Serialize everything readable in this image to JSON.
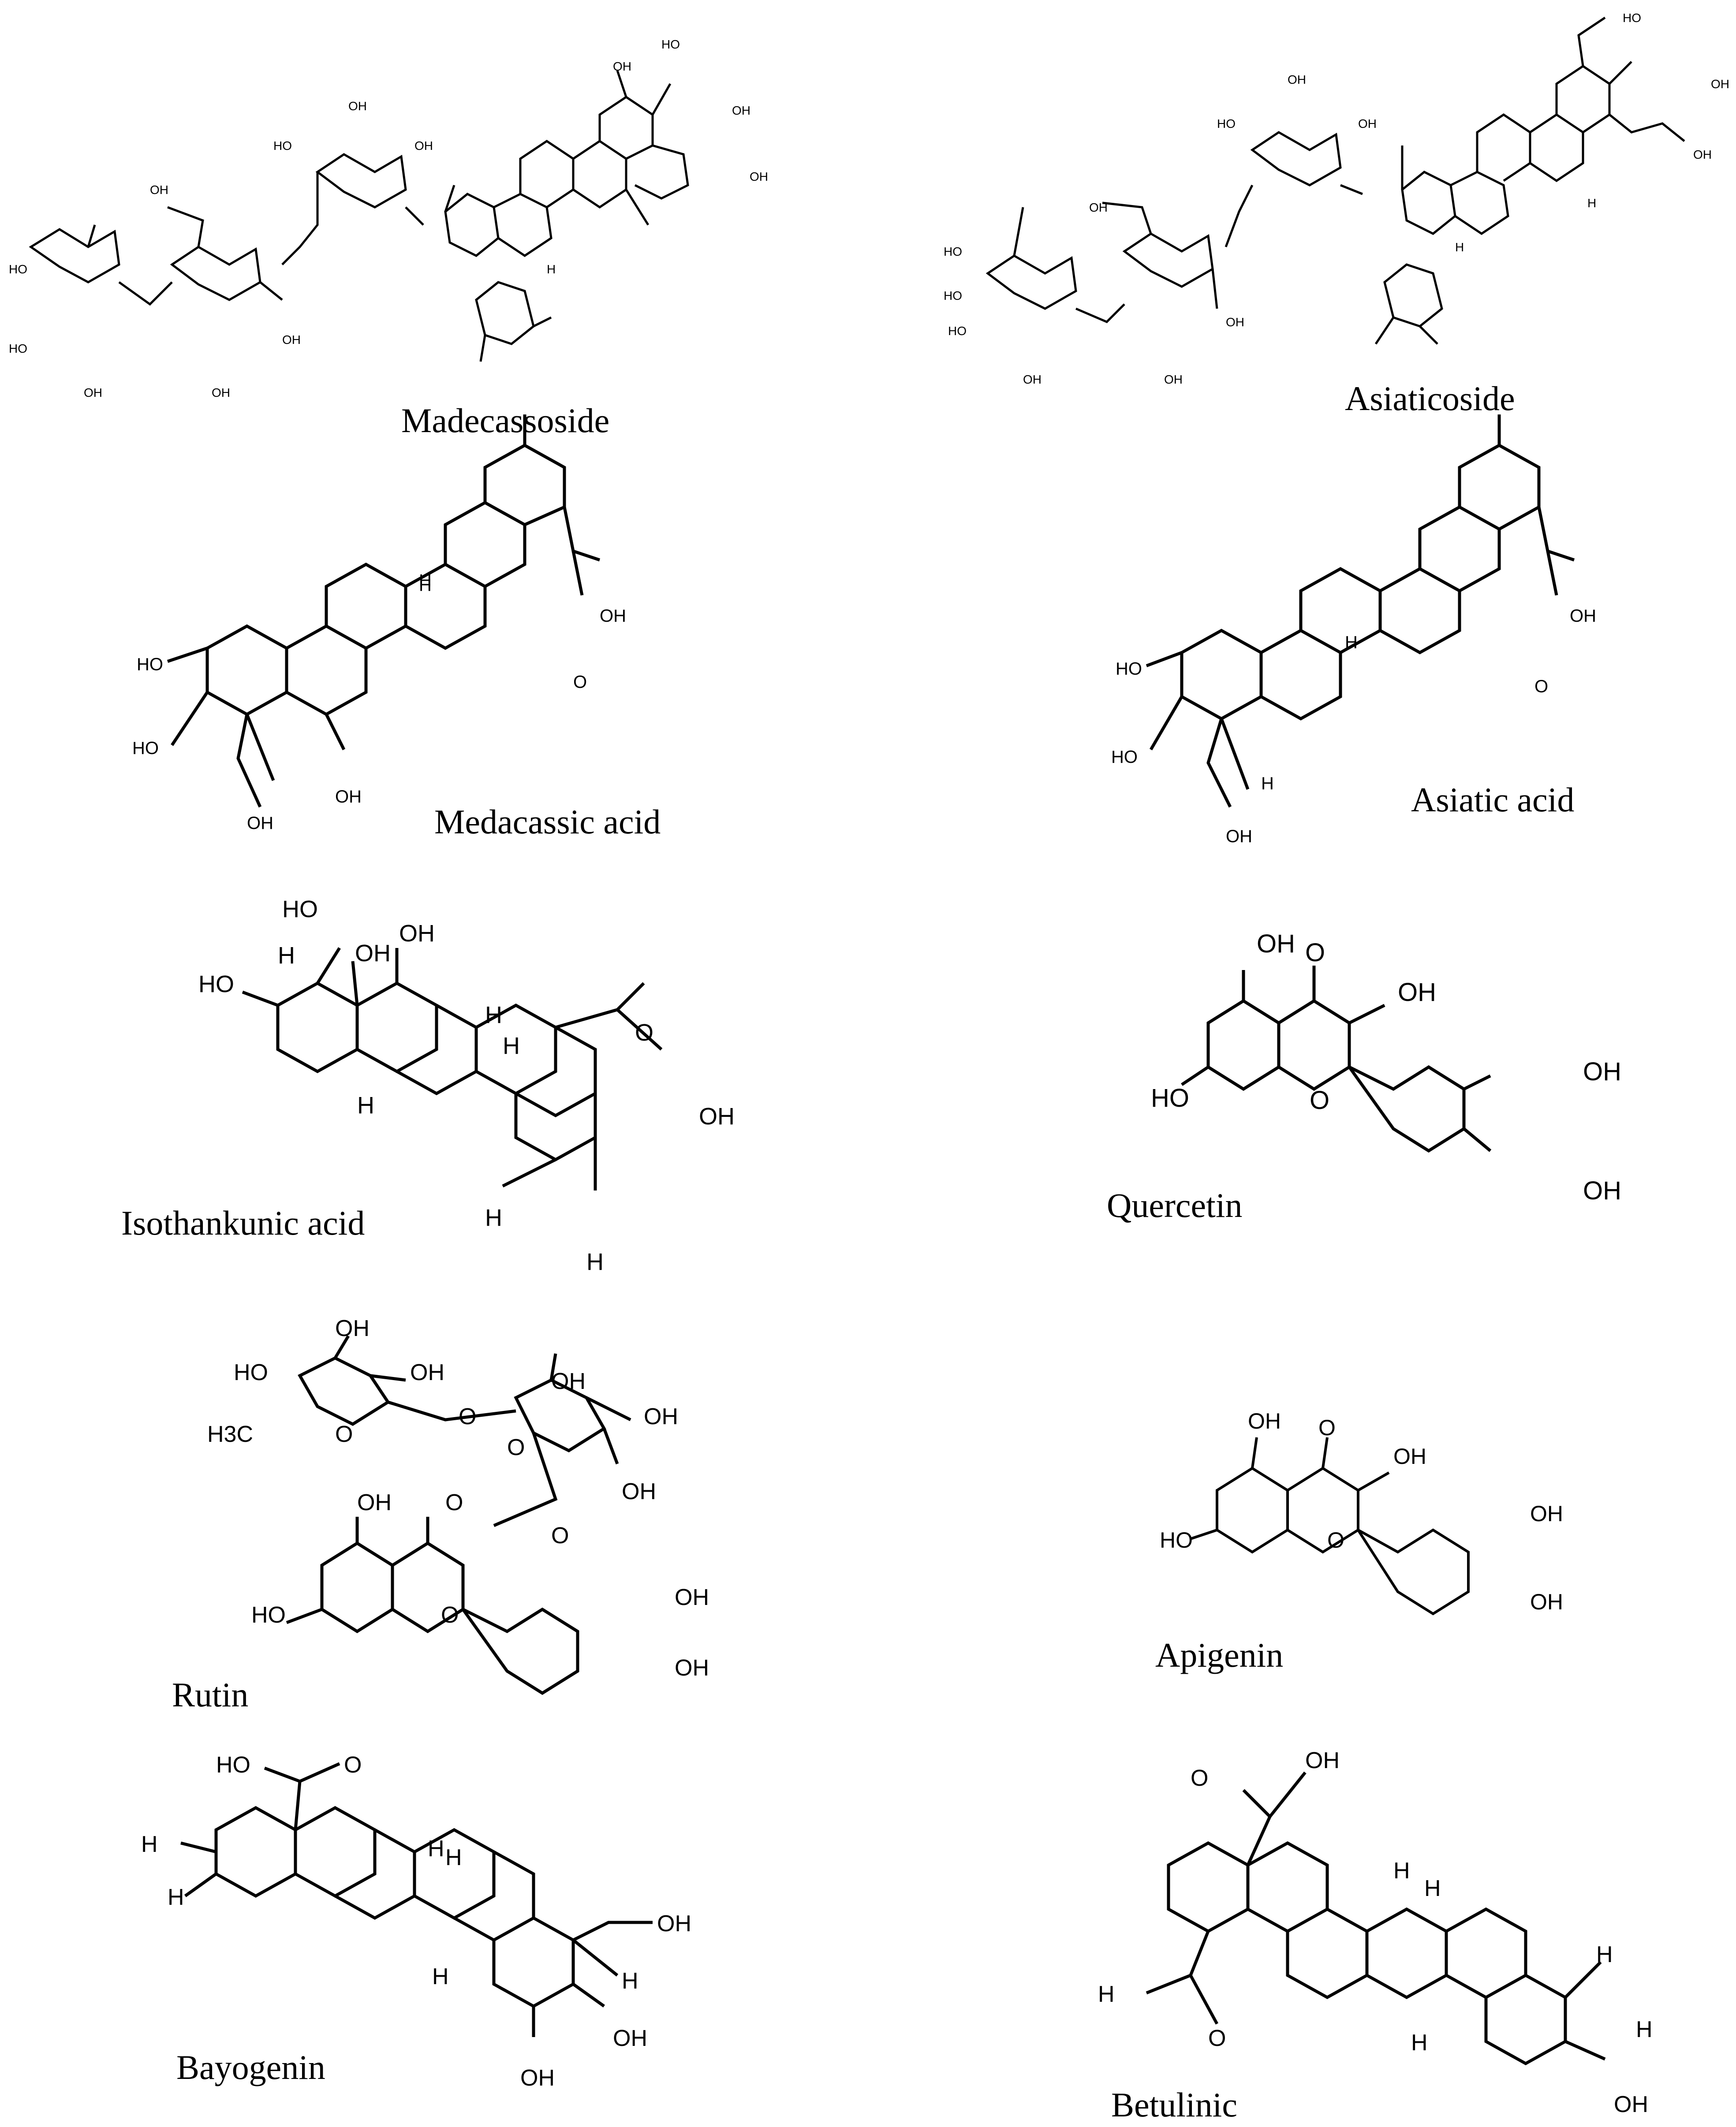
{
  "compounds": [
    {
      "name": "Madecassoside"
    },
    {
      "name": "Asiaticoside"
    },
    {
      "name": "Medacassic acid"
    },
    {
      "name": "Asiatic acid"
    },
    {
      "name": "Isothankunic acid"
    },
    {
      "name": "Quercetin"
    },
    {
      "name": "Rutin"
    },
    {
      "name": "Apigenin"
    },
    {
      "name": "Bayogenin"
    },
    {
      "name": "Betulinic"
    }
  ],
  "atom_labels": {
    "oh": "OH",
    "ho": "HO",
    "o": "O",
    "h": "H",
    "h3c": "H3C"
  },
  "colors": {
    "ink": "#000000",
    "background": "#ffffff"
  }
}
